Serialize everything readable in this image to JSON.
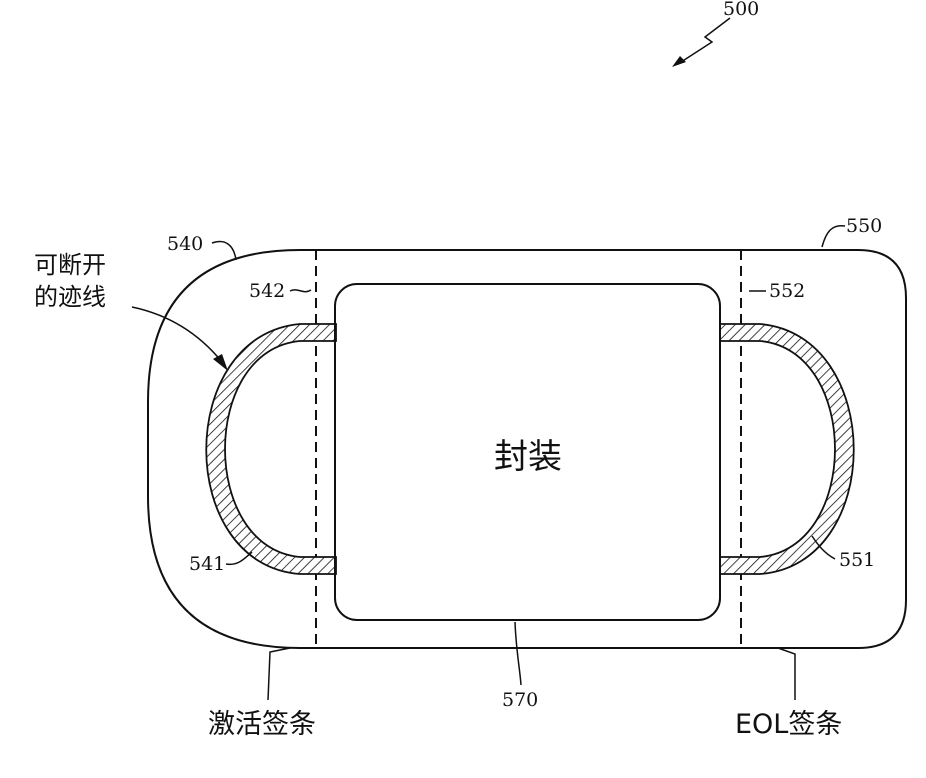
{
  "labels": {
    "fig_number": "500",
    "ref_540": "540",
    "ref_550": "550",
    "ref_542": "542",
    "ref_552": "552",
    "ref_541": "541",
    "ref_551": "551",
    "ref_570": "570",
    "breakable_trace_line1": "可断开",
    "breakable_trace_line2": "的迹线",
    "package": "封装",
    "activation_tab": "激活签条",
    "eol_tab": "EOL签条"
  }
}
